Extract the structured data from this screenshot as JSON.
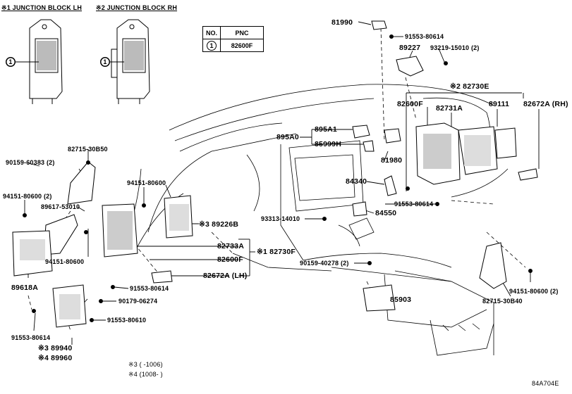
{
  "headers": {
    "jb_lh": "※1 JUNCTION BLOCK LH",
    "jb_rh": "※2 JUNCTION BLOCK RH"
  },
  "table": {
    "col_no": "NO.",
    "col_pnc": "PNC",
    "row_no": "1",
    "row_pnc": "82600F"
  },
  "callouts": {
    "jb_lh_num": "1",
    "jb_rh_num": "1"
  },
  "parts": {
    "p81990": "81990",
    "p91553_80614_a": "91553-80614",
    "p89227": "89227",
    "p93219_15010": "93219-15010 (2)",
    "p82730E": "※2 82730E",
    "p82600F_a": "82600F",
    "p82731A": "82731A",
    "p89111": "89111",
    "p82672A_rh": "82672A (RH)",
    "p895A0": "895A0",
    "p895A1": "895A1",
    "p85999H": "85999H",
    "p81980": "81980",
    "p84340": "84340",
    "p91553_80614_b": "91553-80614",
    "p84550": "84550",
    "p93313_14010": "93313-14010",
    "p90159_40278": "90159-40278 (2)",
    "p85903": "85903",
    "p94151_80600_r": "94151-80600 (2)",
    "p82715_30B40": "82715-30B40",
    "p82715_30B50": "82715-30B50",
    "p90159_60383": "90159-60383 (2)",
    "p94151_80600_a": "94151-80600",
    "p94151_80600_2": "94151-80600 (2)",
    "p89617_53010": "89617-53010",
    "p89226B": "※3 89226B",
    "p82733A": "82733A",
    "p82730F": "※1 82730F",
    "p82600F_b": "82600F",
    "p82672A_lh": "82672A (LH)",
    "p94151_80600_b": "94151-80600",
    "p89618A": "89618A",
    "p91553_80614_c": "91553-80614",
    "p90179_06274": "90179-06274",
    "p91553_80610": "91553-80610",
    "p91553_80614_d": "91553-80614",
    "p89940": "※3 89940",
    "p89960": "※4 89960"
  },
  "notes": {
    "n3": "※3 (      -1006)",
    "n4": "※4 (1008-      )"
  },
  "figure_code": "84A704E"
}
